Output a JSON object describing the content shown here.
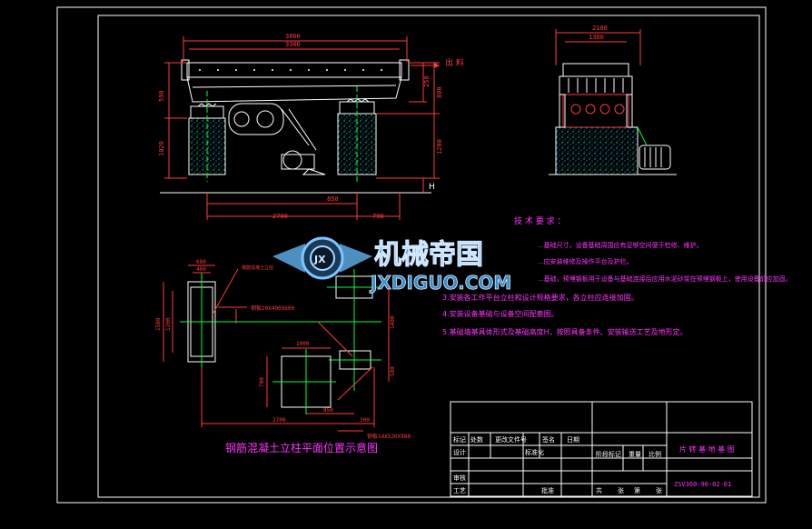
{
  "drawing": {
    "outlet_label": "出 料",
    "plan_caption": "钢筋混凝土立柱平面位置示意图",
    "rebar_note": "钢筋混凝土立柱",
    "steel_plate_1": "钢板20X400X600",
    "steel_plate_2": "钢板14X530X980",
    "dim_h": "H"
  },
  "dims": {
    "front": {
      "top_overall": "3860",
      "top_inner": "3300",
      "left_upper": "590",
      "left_lower": "1020",
      "right_a": "250",
      "right_b": "800",
      "right_c": "1200",
      "bottom_850": "850",
      "bottom_2700": "2700",
      "bottom_790": "790"
    },
    "side": {
      "top_overall": "2100",
      "top_inner": "1300"
    },
    "plan": {
      "w_680": "680",
      "w_400": "400",
      "h_1580": "1580",
      "h_1200": "1200",
      "w_1000": "1000",
      "h_700": "700",
      "r_500": "500",
      "r_1400": "1400",
      "b_850": "850",
      "b_2700": "2700",
      "b_300": "300"
    }
  },
  "tech_requirements": {
    "title": "技 术 要 求 ：",
    "items": [
      "...基础尺寸，设备基础周围应有足够空间便于检修、维护。",
      "...应安装维修及操作平台及护栏。",
      "...基础，预埋钢板用于设备与基础连接后应用水泥砂浆在预埋钢板上，使用设备前应加固。",
      "3.安装各工作平台立柱和设计规格要求，各立柱应连接加固。",
      "4.安装设备基础与设备空间配套图。",
      "5.基础墙基具体形式及基础高度H，按照具备条件、安装输送工艺及地形定。"
    ]
  },
  "watermark": {
    "cn": "机械帝国",
    "en": "JXDIGUO.COM",
    "badge": "JX"
  },
  "title_block": {
    "r1": [
      "标记",
      "处数",
      "更改文件号",
      "签名",
      "日期"
    ],
    "r2": [
      "设计",
      "",
      "标准化",
      "",
      ""
    ],
    "design": "设计",
    "standard": "标准化",
    "stage_label": "阶段标记",
    "weight_label": "重量",
    "scale_label": "比例",
    "review": "审核",
    "process": "工艺",
    "approve": "批准",
    "total": "共",
    "sheet_of": "张",
    "sheet_no": "第",
    "sheet_suffix": "张",
    "drawing_title": "片 转 基 地 基 图",
    "drawing_no": "ZSV360-96-02-01"
  },
  "colors": {
    "background": "#000000",
    "frame": "#ffffff",
    "structure": "#ffffff",
    "dimension": "#ff3b3b",
    "centerline": "#00ff40",
    "concrete": "#00e0c8",
    "text_magenta": "#ff33ff",
    "watermark": "#3a8ec8"
  }
}
